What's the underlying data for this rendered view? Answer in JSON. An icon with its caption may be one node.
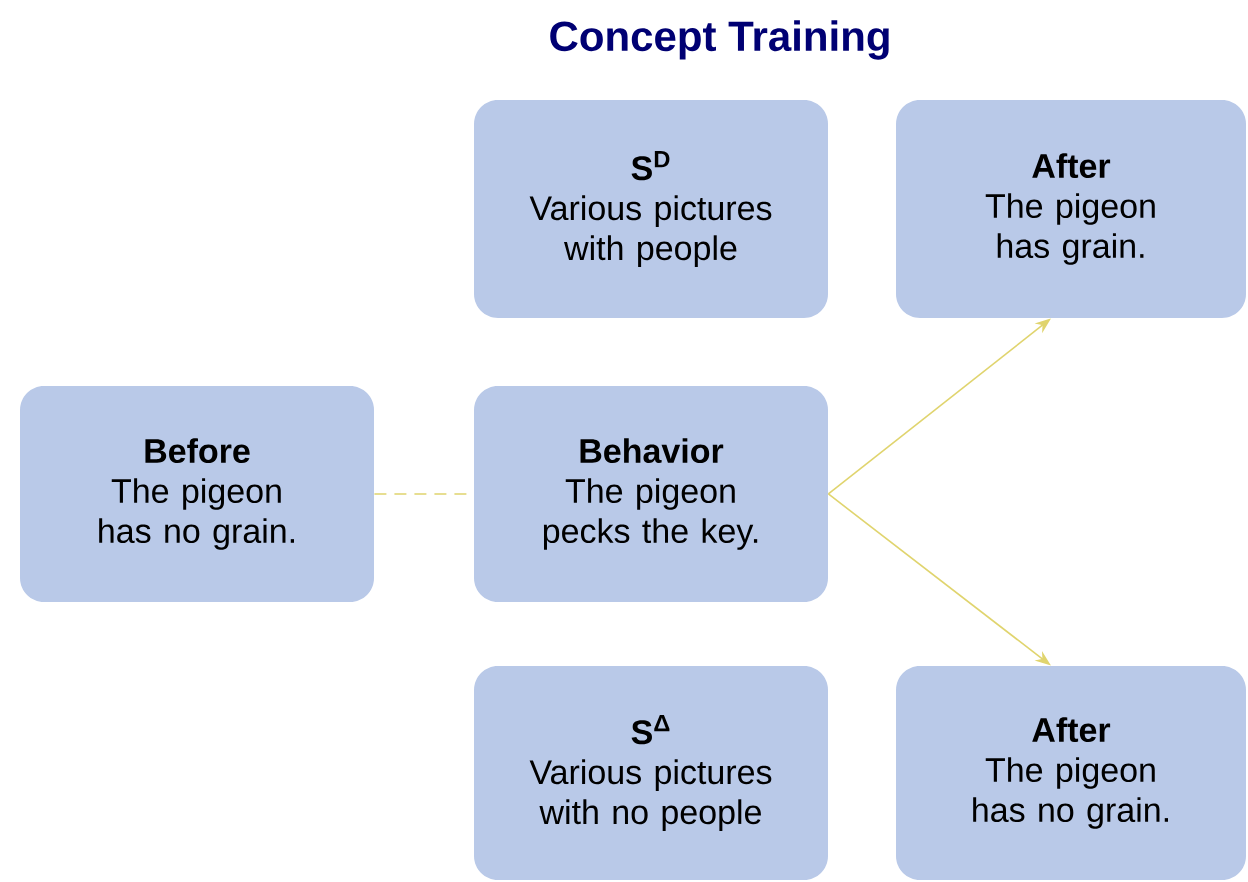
{
  "diagram": {
    "title": "Concept Training",
    "nodes": [
      {
        "text": [
          "S$^{D}$",
          "Various pictures with people"
        ]
      },
      {
        "text": [
          "After",
          "The pigeon has grain."
        ]
      },
      {
        "text": [
          "Before",
          "The pigeon has no grain."
        ]
      },
      {
        "text": [
          "Behavior",
          "The pigeon pecks the key."
        ]
      },
      {
        "text": [
          "S$^{Δ}$",
          "Various pictures with no people"
        ]
      },
      {
        "text": [
          "After",
          "The pigeon has no grain."
        ]
      }
    ],
    "edges": [
      {
        "from": 2,
        "to": 3,
        "arrow": "none",
        "style": "dashed"
      },
      {
        "from": 3,
        "to": 1,
        "arrow": "to"
      },
      {
        "from": 3,
        "to": 5,
        "arrow": "to"
      }
    ]
  }
}
